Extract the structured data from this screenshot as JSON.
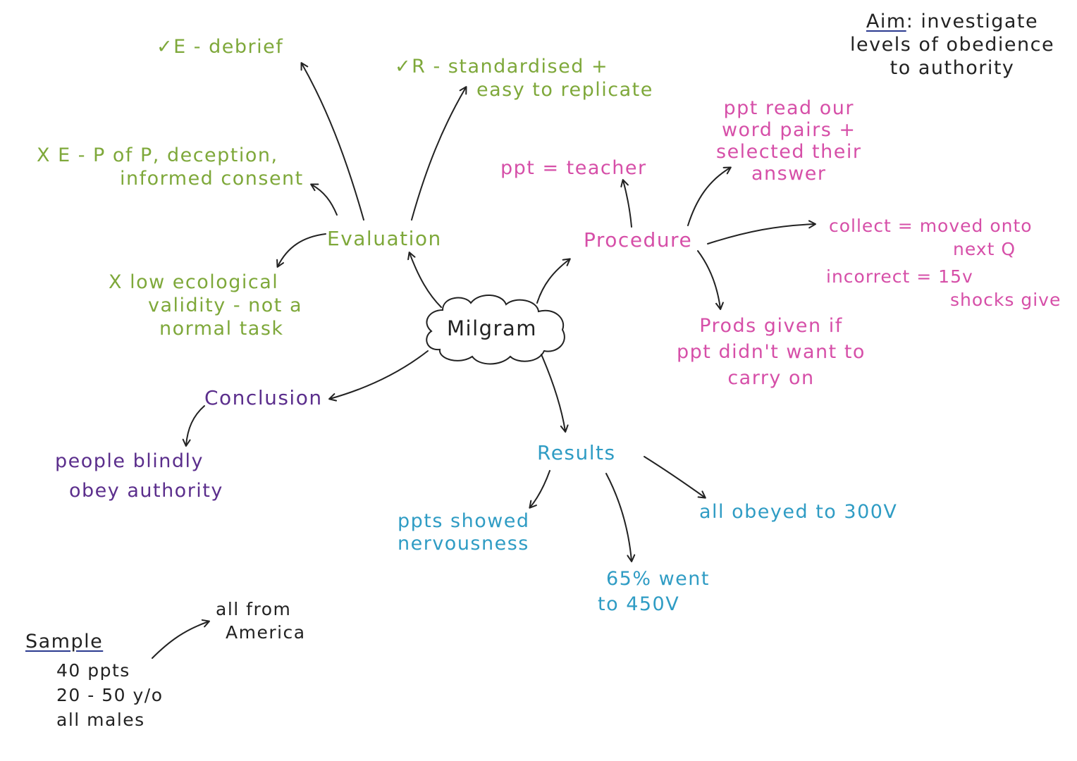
{
  "colors": {
    "evaluation": "#7ea83a",
    "procedure": "#d64fa8",
    "conclusion": "#5b2e8c",
    "results": "#2f9cc4",
    "ink": "#222222",
    "underline": "#2b3a8f"
  },
  "aim": {
    "label": "Aim",
    "lines": [
      ": investigate",
      "levels of obedience",
      "to authority"
    ]
  },
  "center": {
    "label": "Milgram"
  },
  "evaluation": {
    "label": "Evaluation",
    "debrief": "✓E - debrief",
    "replicate": [
      "✓R - standardised +",
      "easy to replicate"
    ],
    "ethics": [
      "X E - P of P, deception,",
      "informed consent"
    ],
    "validity": [
      "X low ecological",
      "validity - not a",
      "normal task"
    ]
  },
  "procedure": {
    "label": "Procedure",
    "teacher": "ppt = teacher",
    "word_pairs": [
      "ppt read our",
      "word pairs +",
      "selected their",
      "answer"
    ],
    "correct": [
      "collect = moved onto",
      "next Q"
    ],
    "incorrect": [
      "incorrect = 15v",
      "shocks give"
    ],
    "prods": [
      "Prods given if",
      "ppt didn't want to",
      "carry on"
    ]
  },
  "conclusion": {
    "label": "Conclusion",
    "text": [
      "people blindly",
      "obey authority"
    ]
  },
  "results": {
    "label": "Results",
    "nervousness": [
      "ppts showed",
      "nervousness"
    ],
    "percent": [
      "65% went",
      "to 450V"
    ],
    "all_obeyed": "all obeyed to 300V"
  },
  "sample": {
    "label": "Sample",
    "lines": [
      "40 ppts",
      "20 - 50 y/o",
      "all males"
    ],
    "america": [
      "all from",
      "America"
    ]
  }
}
